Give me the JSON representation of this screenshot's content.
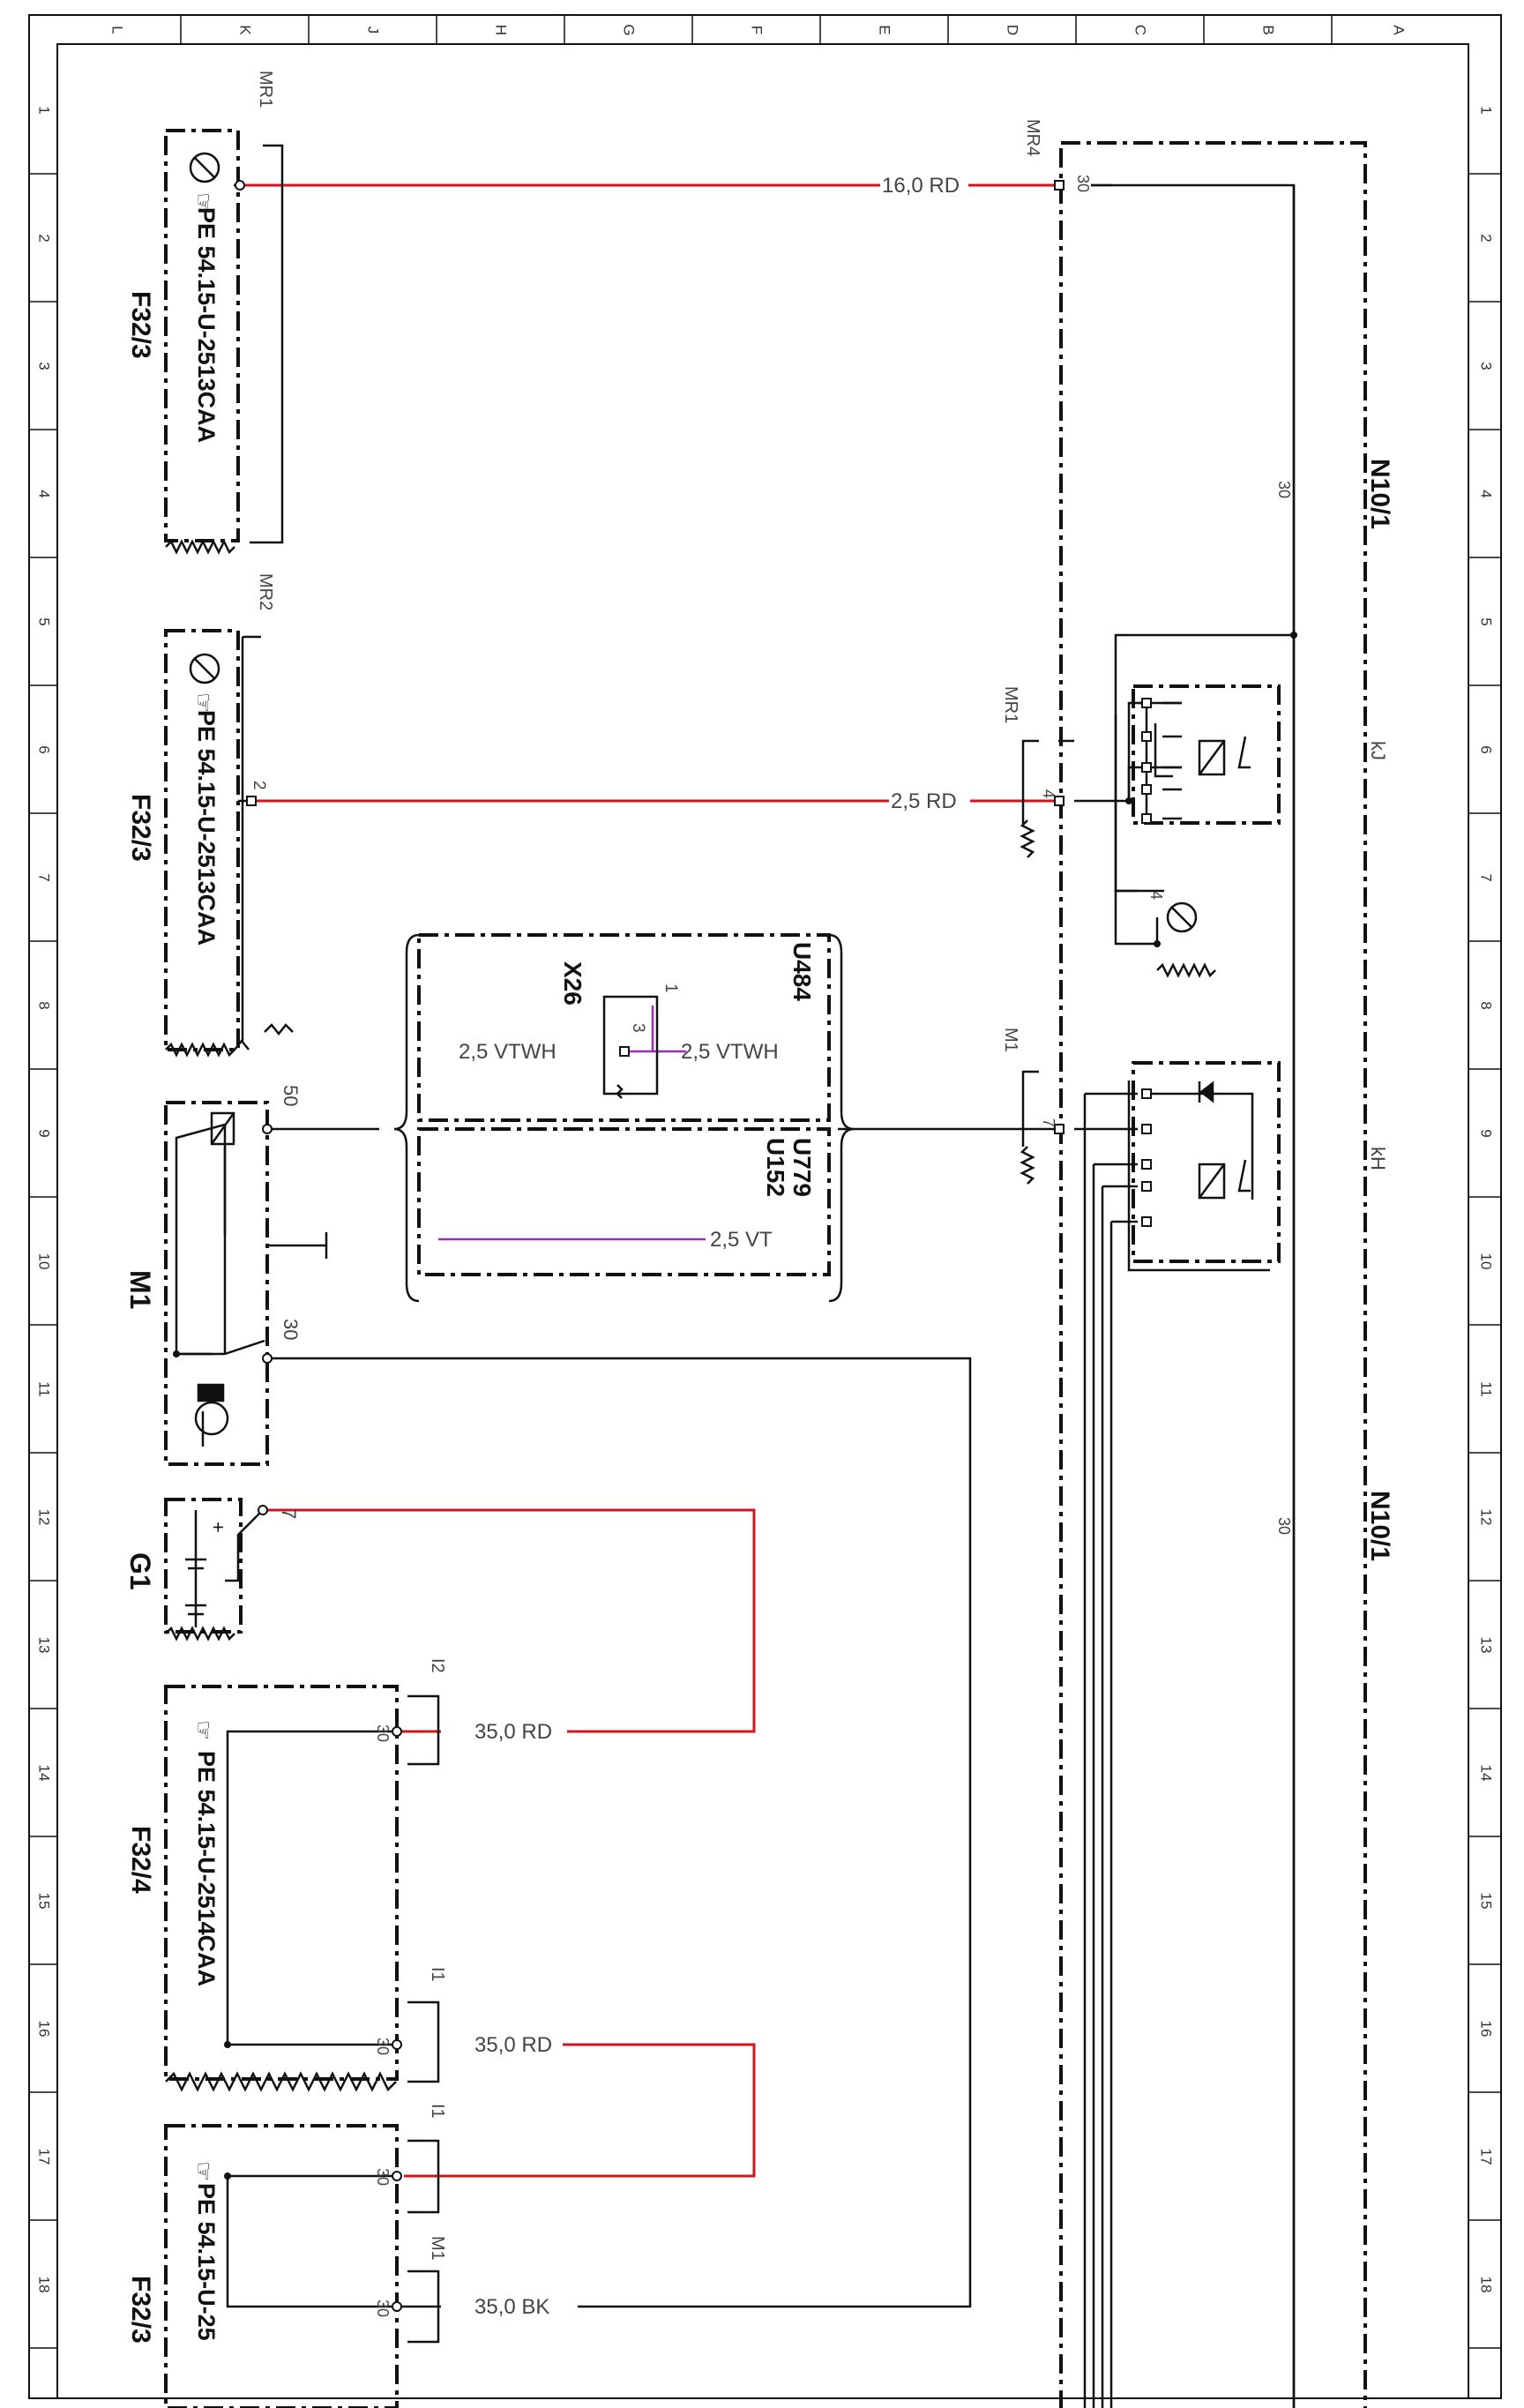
{
  "colors": {
    "red": "#d4141c",
    "violet": "#9a2fb0",
    "black": "#111111",
    "grey": "#555555",
    "background": "#ffffff"
  },
  "border": {
    "column_labels": [
      "L",
      "K",
      "J",
      "H",
      "G",
      "F",
      "E",
      "D",
      "C",
      "B",
      "A"
    ],
    "row_labels": [
      "1",
      "2",
      "3",
      "4",
      "5",
      "6",
      "7",
      "8",
      "9",
      "10",
      "11",
      "12",
      "13",
      "14",
      "15",
      "16",
      "17",
      "18"
    ]
  },
  "components": {
    "f32_3_top": {
      "name": "F32/3",
      "part": "PE  54.15-U-2513CAA",
      "tag": "MR1",
      "icon": "hand-icon"
    },
    "f32_3_mid": {
      "name": "F32/3",
      "part": "PE  54.15-U-2513CAA",
      "tag": "MR2",
      "pin": "2",
      "icon": "hand-icon"
    },
    "m1": {
      "name": "M1",
      "pin_50": "50",
      "pin_30": "30",
      "icon": "motor-icon"
    },
    "g1": {
      "name": "G1",
      "pin_7": "7",
      "plus": "+",
      "minus": "-"
    },
    "f32_4": {
      "name": "F32/4",
      "part": "PE  54.15-U-2514CAA",
      "tag_i2": "I2",
      "tag_i1": "I1",
      "pin": "30",
      "icon": "hand-icon"
    },
    "f32_3_bot": {
      "name": "F32/3",
      "part": "PE  54.15-U-25",
      "tag_i1": "I1",
      "tag_m1": "M1",
      "pin": "30",
      "icon": "hand-icon"
    },
    "n10_1": {
      "name": "N10/1",
      "name_lower": "N10/1",
      "tag_mr4": "MR4",
      "tag_mr1": "MR1",
      "tag_m1": "M1",
      "pin_30": "30",
      "pin_4": "4",
      "pin_7": "7",
      "wire_30": "30",
      "relay_kj": "kJ",
      "relay_kh": "kH",
      "pin_4_lamp": "4"
    },
    "u484": {
      "name": "U484"
    },
    "u779": {
      "name": "U779"
    },
    "u152": {
      "name": "U152"
    },
    "x26": {
      "name": "X26",
      "pin_1": "1",
      "pin_3": "3"
    }
  },
  "wires": {
    "w1": "16,0  RD",
    "w2": "2,5  RD",
    "w3_left": "2,5  VTWH",
    "w3_right": "2,5  VTWH",
    "w4": "2,5  VT",
    "w5": "35,0  RD",
    "w6": "35,0  RD",
    "w7": "35,0  BK"
  }
}
